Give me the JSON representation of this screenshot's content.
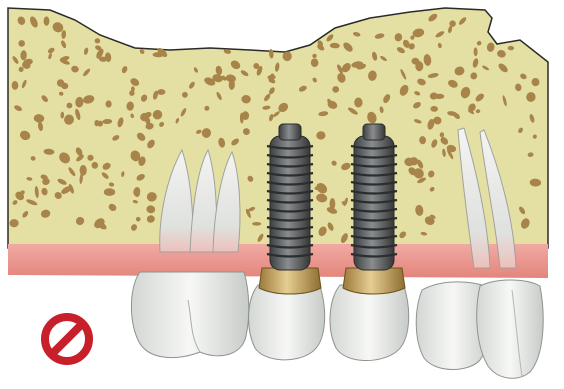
{
  "illustration": {
    "subject": "dental-implant-cross-section",
    "elements": [
      "jaw-bone",
      "gum-tissue",
      "natural-molar-left",
      "implant-1",
      "implant-2",
      "natural-teeth-right",
      "prohibition-symbol"
    ]
  },
  "colors": {
    "bone": "#e4e0a3",
    "bone_pore": "#a8844a",
    "gum": "#eb9a92",
    "tooth_enamel": "#eeefed",
    "tooth_shadow": "#c9cdca",
    "implant_screw": "#5b5e60",
    "implant_abutment": "#c9a869",
    "prohibition": "#c8202a",
    "outline": "#222222"
  },
  "icons": {
    "prohibition": "prohibition-icon"
  }
}
